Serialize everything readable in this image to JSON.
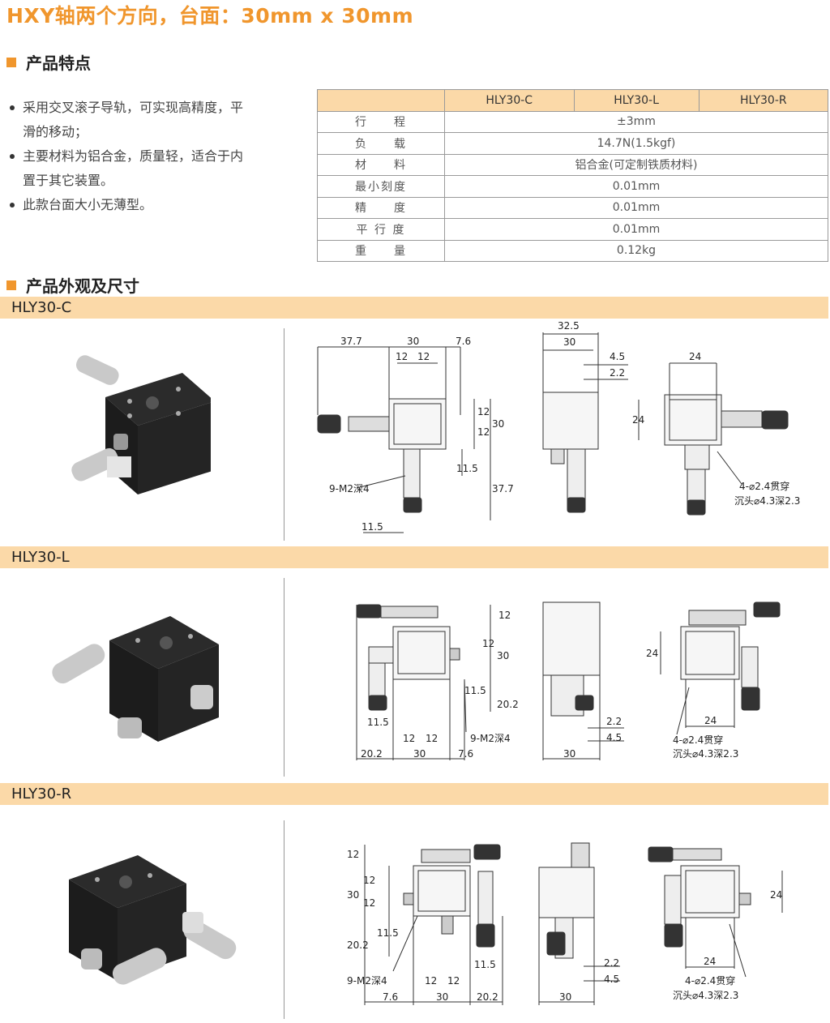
{
  "title": "HXY轴两个方向，台面：30mm x 30mm",
  "features_heading": "产品特点",
  "features": [
    "采用交叉滚子导轨，可实现高精度，平滑的移动；",
    "主要材料为铝合金，质量轻，适合于内置于其它装置。",
    "此款台面大小无薄型。"
  ],
  "spec_table": {
    "headers": [
      "",
      "HLY30-C",
      "HLY30-L",
      "HLY30-R"
    ],
    "rows": [
      {
        "label": "行　　程",
        "value": "±3mm"
      },
      {
        "label": "负　　载",
        "value": "14.7N(1.5kgf)"
      },
      {
        "label": "材　　料",
        "value": "铝合金(可定制铁质材料)"
      },
      {
        "label": "最小刻度",
        "value": "0.01mm"
      },
      {
        "label": "精　　度",
        "value": "0.01mm"
      },
      {
        "label": "平 行 度",
        "value": "0.01mm"
      },
      {
        "label": "重　　量",
        "value": "0.12kg"
      }
    ]
  },
  "appearance_heading": "产品外观及尺寸",
  "models": {
    "c": {
      "name": "HLY30-C",
      "dims": {
        "d37_7": "37.7",
        "d30": "30",
        "d7_6": "7.6",
        "d12a": "12",
        "d12b": "12",
        "d32_5": "32.5",
        "d30b": "30",
        "d4_5": "4.5",
        "d2_2": "2.2",
        "d24": "24",
        "d24v": "24",
        "d12v1": "12",
        "d12v2": "12",
        "d30v": "30",
        "d11_5v": "11.5",
        "d37_7v": "37.7",
        "d11_5": "11.5",
        "screw": "9-M2深4",
        "hole1": "4-⌀2.4贯穿",
        "hole2": "沉头⌀4.3深2.3"
      }
    },
    "l": {
      "name": "HLY30-L",
      "dims": {
        "d12v": "12",
        "d12v2": "12",
        "d30v": "30",
        "d11_5v": "11.5",
        "d20_2v": "20.2",
        "d11_5": "11.5",
        "d12a": "12",
        "d12b": "12",
        "screw": "9-M2深4",
        "d20_2": "20.2",
        "d30": "30",
        "d7_6": "7.6",
        "d2_2": "2.2",
        "d4_5": "4.5",
        "d30b": "30",
        "d24v": "24",
        "d24": "24",
        "hole1": "4-⌀2.4贯穿",
        "hole2": "沉头⌀4.3深2.3"
      }
    },
    "r": {
      "name": "HLY30-R",
      "dims": {
        "d12v": "12",
        "d12v2": "12",
        "d30v": "30",
        "d12v3": "12",
        "d11_5v": "11.5",
        "d20_2v": "20.2",
        "d11_5": "11.5",
        "screw": "9-M2深4",
        "d12a": "12",
        "d12b": "12",
        "d7_6": "7.6",
        "d30": "30",
        "d20_2": "20.2",
        "d2_2": "2.2",
        "d4_5": "4.5",
        "d30b": "30",
        "d24v": "24",
        "d24": "24",
        "hole1": "4-⌀2.4贯穿",
        "hole2": "沉头⌀4.3深2.3"
      }
    }
  }
}
